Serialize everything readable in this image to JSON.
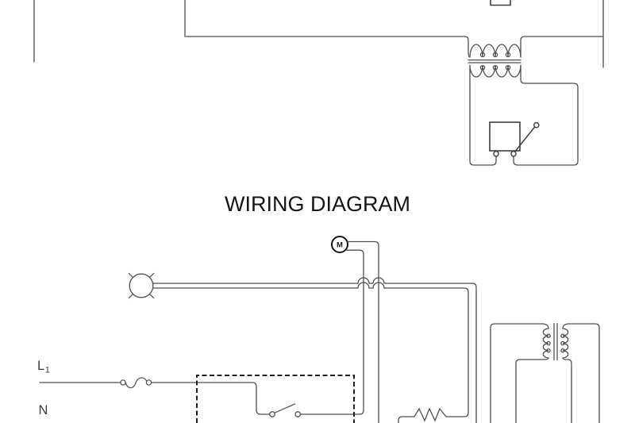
{
  "title": "WIRING DIAGRAM",
  "labels": {
    "line": "L",
    "line_sub": "1",
    "neutral": "N",
    "motor": "M"
  },
  "colors": {
    "background": "#ffffff",
    "wire": "#4f4f4f",
    "component_outline": "#3d3d3d",
    "dashed_box": "#1f1f1f",
    "motor_outline": "#161616",
    "text": "#141414"
  },
  "components": {
    "top_schematic": [
      "supply-wire",
      "step-down-transformer",
      "relay-box-with-lever-contact",
      "terminal-posts",
      "partial-component-box"
    ],
    "wiring_diagram": [
      "motor",
      "indicator-lamp",
      "fuse",
      "toggle-switch",
      "dashed-control-box",
      "resistor-element",
      "control-transformer"
    ]
  }
}
